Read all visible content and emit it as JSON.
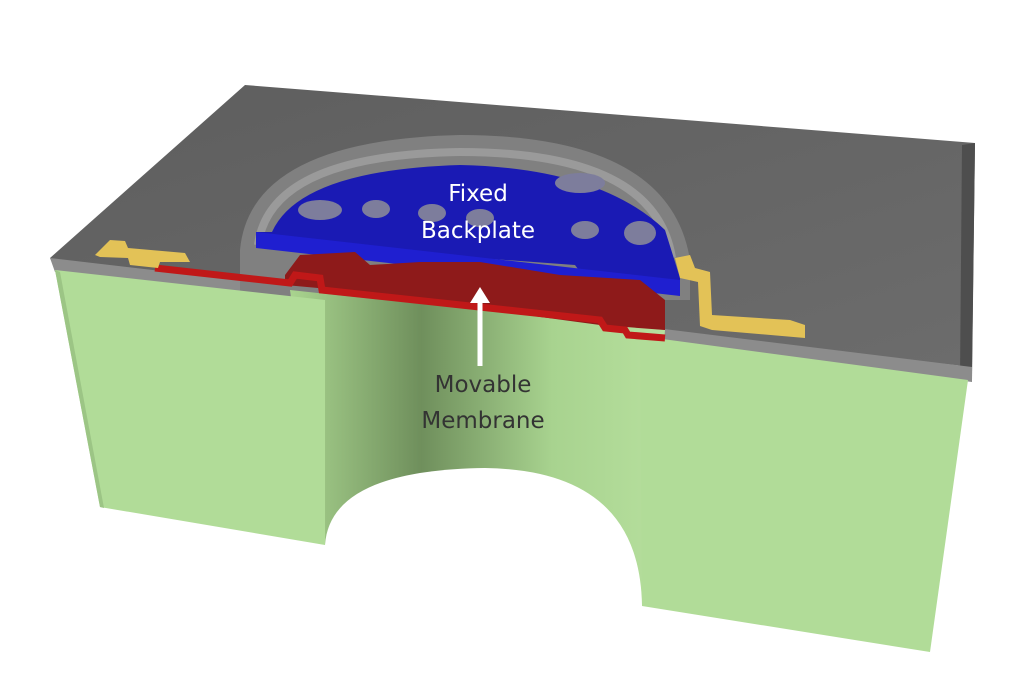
{
  "diagram": {
    "labels": {
      "backplate_line1": "Fixed",
      "backplate_line2": "Backplate",
      "membrane_line1": "Movable",
      "membrane_line2": "Membrane"
    },
    "colors": {
      "substrate": "#b1dc98",
      "oxide": "#6e6e6e",
      "backplate": "#1a1ab4",
      "membrane": "#b01818",
      "metal_pad": "#e3c257",
      "background": "#ffffff"
    }
  }
}
